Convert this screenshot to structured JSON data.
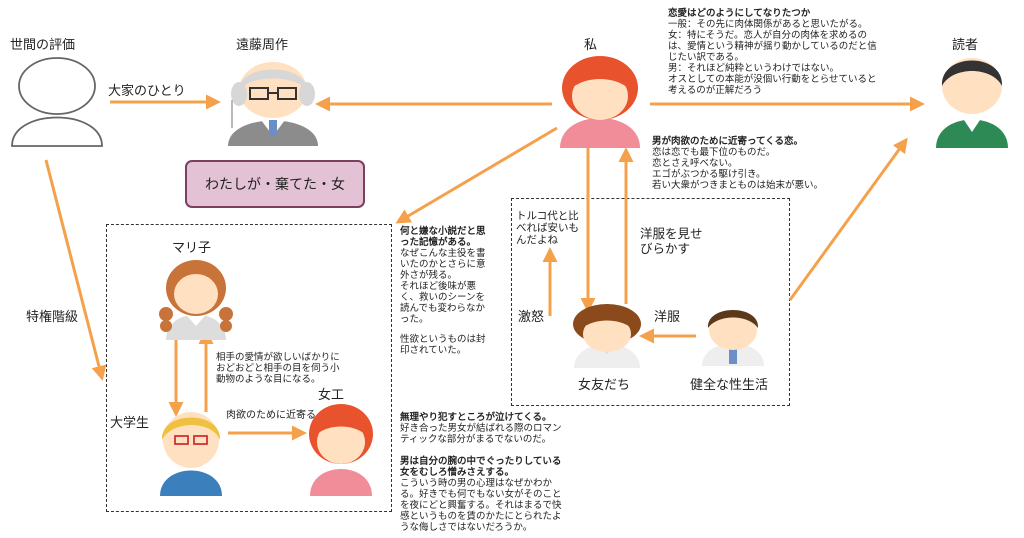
{
  "colors": {
    "arrow": "#f5a14c",
    "box_fill": "#e3c2d6",
    "box_border": "#7b3f62"
  },
  "nodes": {
    "sekennohyouka": "世間の評価",
    "endou": "遠藤周作",
    "watashi": "私",
    "dokusha": "読者",
    "mariko": "マリ子",
    "daigakusei": "大学生",
    "joko": "女工",
    "onnatomodachi": "女友だち",
    "kenzen": "健全な性生活"
  },
  "title_box": "わたしが・棄てた・女",
  "edges": {
    "taika": "大家のひとり",
    "tokken": "特権階級",
    "aijou": [
      "相手の愛情が欲しいばかりに",
      "おどおどと相手の目を伺う小",
      "動物のような目になる。"
    ],
    "nikuyoku": "肉欲のために近寄る",
    "gekido": "激怒",
    "yofuku": "洋服",
    "yofuku_misete": [
      "洋服を見せ",
      "びらかす"
    ],
    "toruko": [
      "トルコ代と比",
      "べれば安いも",
      "んだよね"
    ]
  },
  "notes": {
    "ren_ai": {
      "title": "恋愛はどのようにしてなりたつか",
      "lines": [
        "一般：その先に肉体関係があると思いたがる。",
        "女：特にそうだ。恋人が自分の肉体を求めるの",
        "は、愛情という精神が揺り動かしているのだと信",
        "じたい訳である。",
        "男：それほど純粋というわけではない。",
        "オスとしての本能が没個い行動をとらせていると",
        "考えるのが正解だろう"
      ]
    },
    "otoko": {
      "title": "男が肉欲のために近寄ってくる恋。",
      "lines": [
        "恋は恋でも最下位のものだ。",
        "恋とさえ呼べない。",
        "エゴがぶつかる駆け引き。",
        "若い大衆がつきまとものは始末が悪い。"
      ]
    },
    "nanto": {
      "title": [
        "何と嫌な小説だと思",
        "った記憶がある。"
      ],
      "lines": [
        "なぜこんな主役を書",
        "いたのかとさらに意",
        "外さが残る。",
        "それほど後味が悪",
        "く、救いのシーンを",
        "読んでも変わらなか",
        "った。"
      ]
    },
    "seiyoku": [
      "性欲というものは封",
      "印されていた。"
    ],
    "muriyari": {
      "title": "無理やり犯すところが泣けてくる。",
      "lines": [
        "好き合った男女が結ばれる際のロマン",
        "ティックな部分がまるでないのだ。"
      ]
    },
    "otoko_ude": {
      "title": [
        "男は自分の腕の中でぐったりしている",
        "女をむしろ憎みさえする。"
      ],
      "lines": [
        "こういう時の男の心理はなぜかわか",
        "る。好きでも何でもない女がそのこと",
        "を夜にどと興奮する。それはまるで快",
        "感というものを賃のかたにとられたよ",
        "うな侮しさではないだろうか。"
      ]
    }
  }
}
